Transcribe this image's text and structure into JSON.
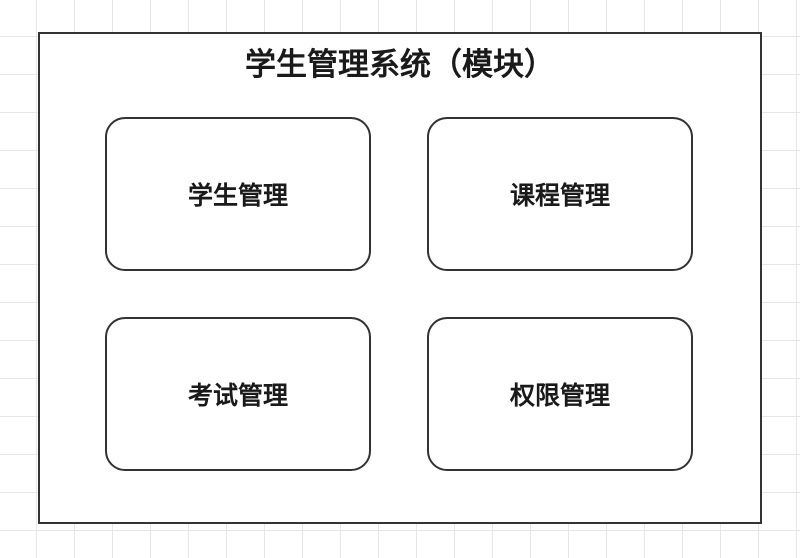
{
  "diagram": {
    "title": "学生管理系统（模块）",
    "modules": [
      {
        "label": "学生管理"
      },
      {
        "label": "课程管理"
      },
      {
        "label": "考试管理"
      },
      {
        "label": "权限管理"
      }
    ]
  },
  "colors": {
    "border": "#333333",
    "text": "#1a1a1a",
    "grid": "#e6e6e6",
    "background": "#ffffff"
  }
}
